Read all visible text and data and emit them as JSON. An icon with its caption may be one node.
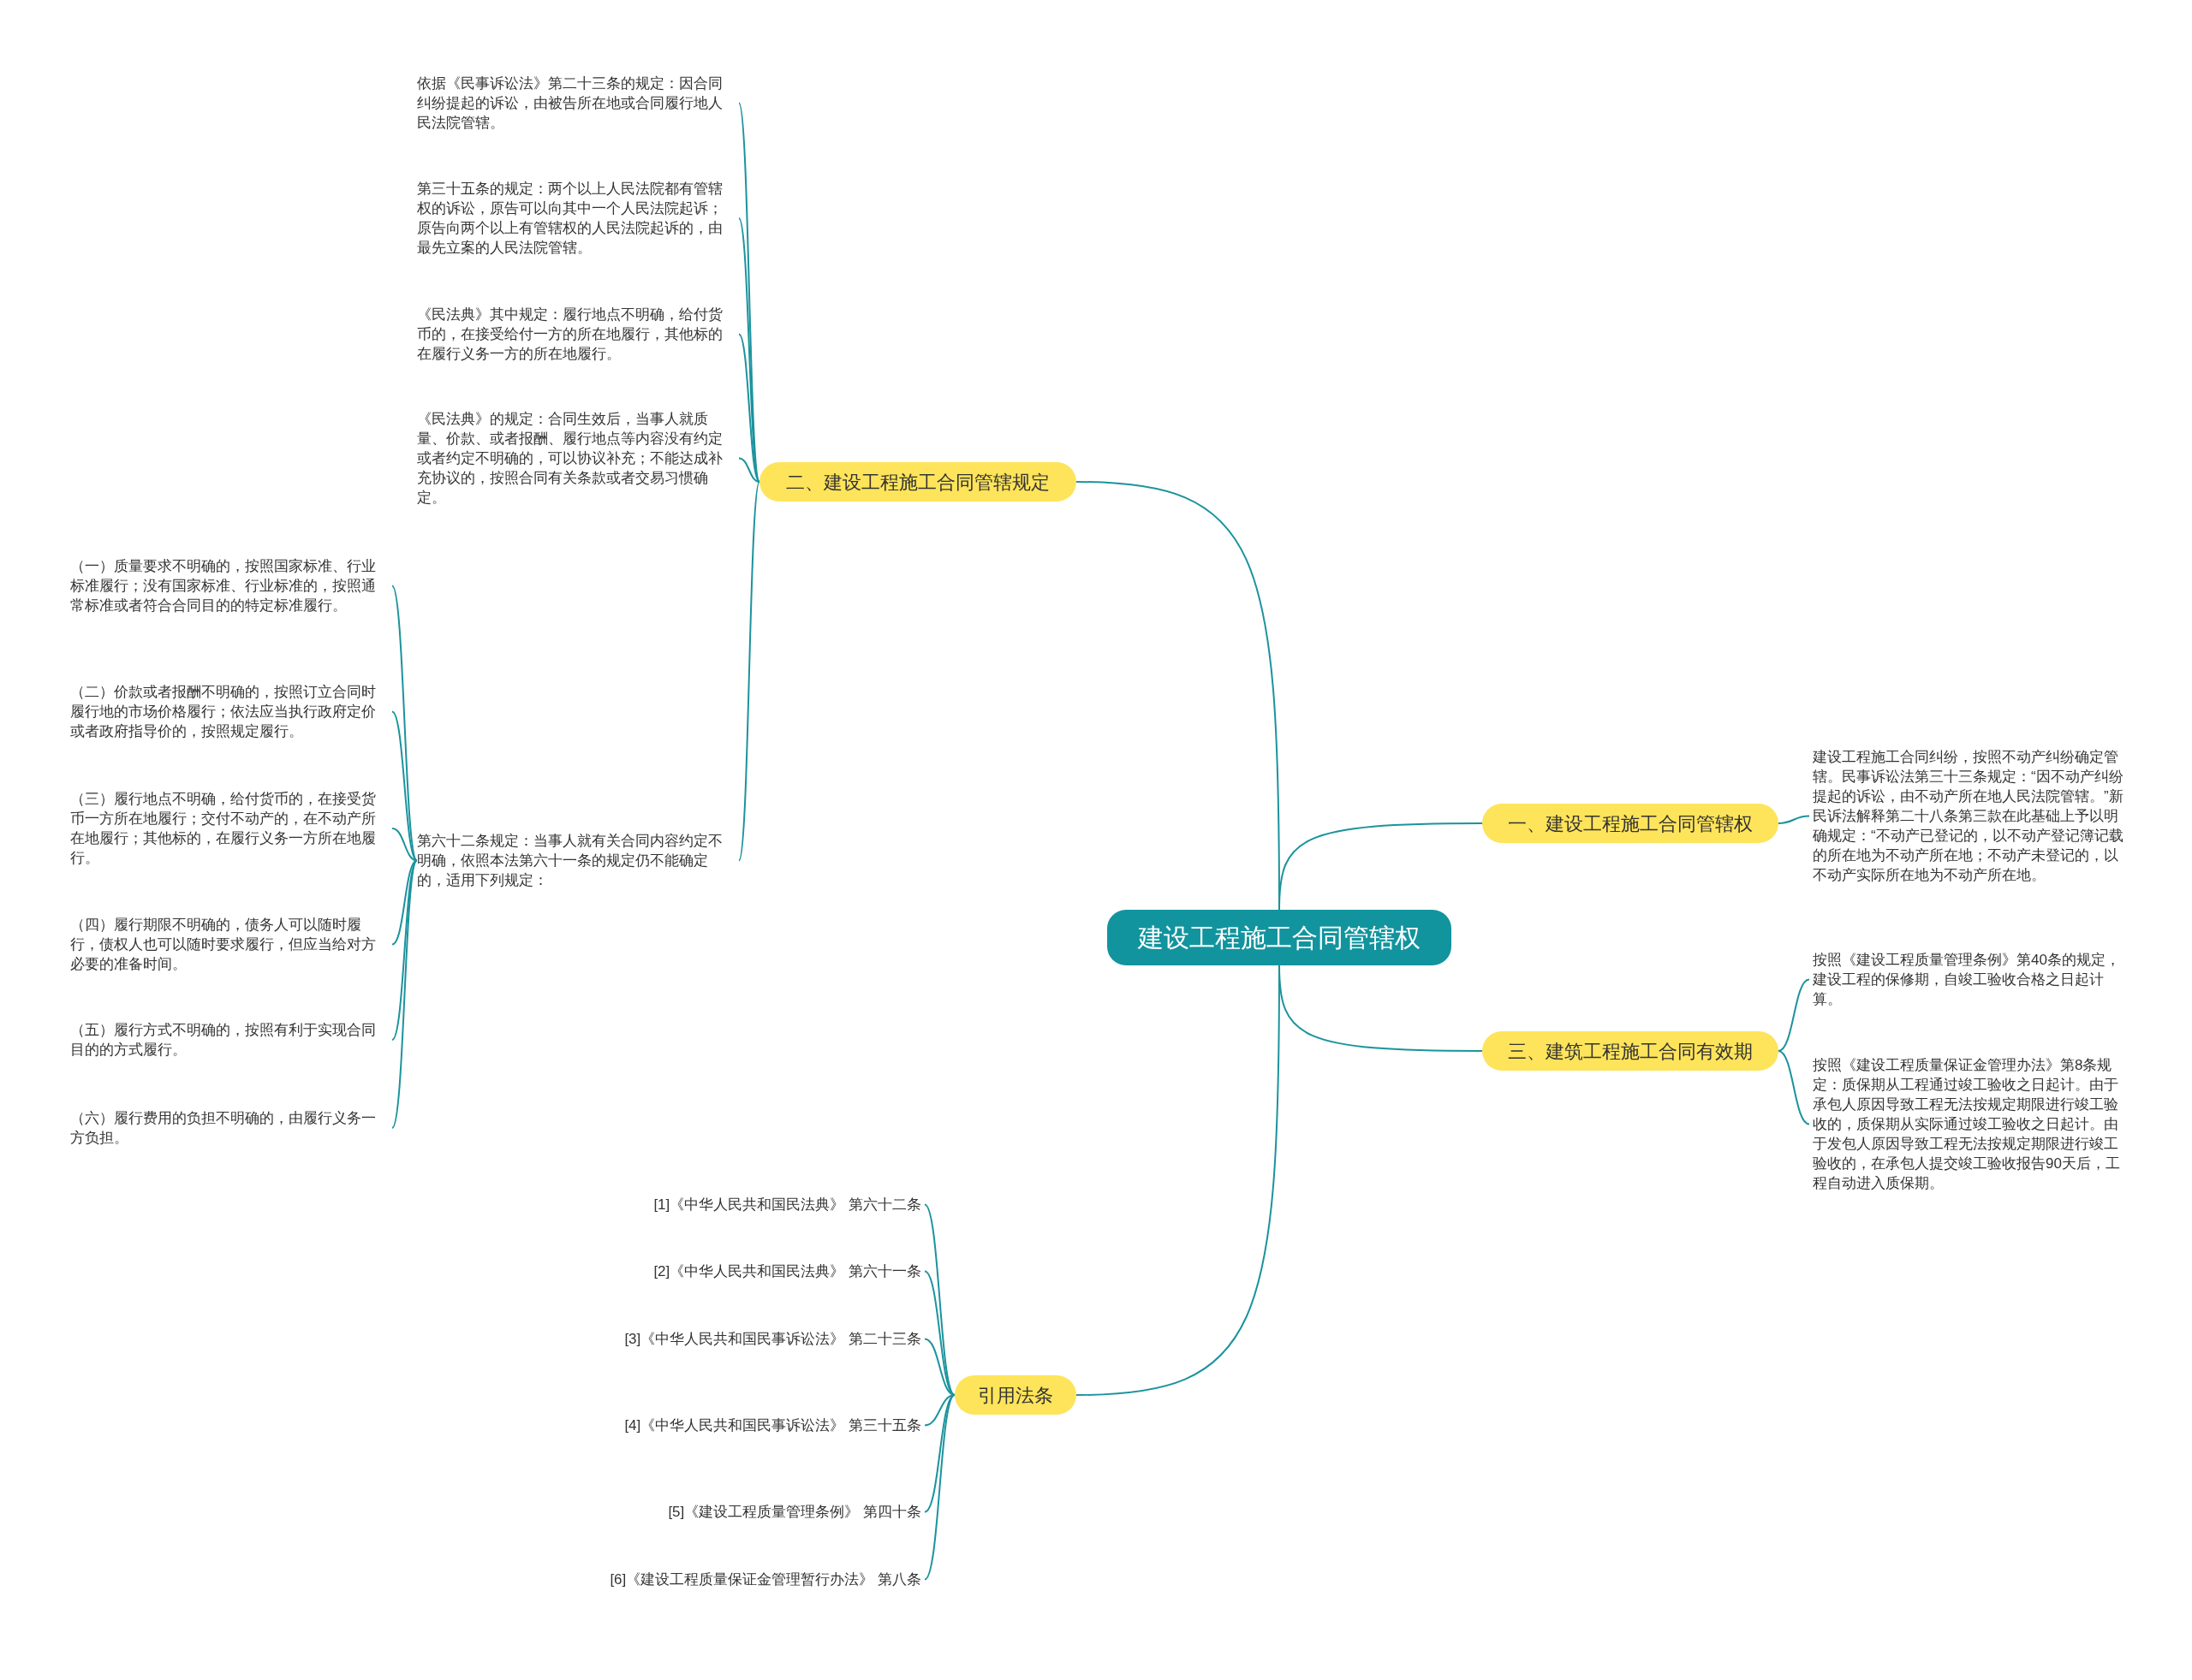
{
  "diagram": {
    "nodes": [
      {
        "text": [
          "建设工程施工合同管辖权"
        ]
      },
      {
        "text": [
          "二、建设工程施工合同管辖规定"
        ]
      },
      {
        "text": [
          "依据《民事诉讼法》第二十三条的规定：因合同纠纷提起的诉讼，由被告所在地或合同履行地人民法院管辖。"
        ]
      },
      {
        "text": [
          "第三十五条的规定：两个以上人民法院都有管辖权的诉讼，原告可以向其中一个人民法院起诉；原告向两个以上有管辖权的人民法院起诉的，由最先立案的人民法院管辖。"
        ]
      },
      {
        "text": [
          "《民法典》其中规定：履行地点不明确，给付货币的，在接受给付一方的所在地履行，其他标的在履行义务一方的所在地履行。"
        ]
      },
      {
        "text": [
          "《民法典》的规定：合同生效后，当事人就质量、价款、或者报酬、履行地点等内容没有约定或者约定不明确的，可以协议补充；不能达成补充协议的，按照合同有关条款或者交易习惯确定。"
        ]
      },
      {
        "text": [
          "第六十二条规定：当事人就有关合同内容约定不明确，依照本法第六十一条的规定仍不能确定的，适用下列规定："
        ]
      },
      {
        "text": [
          "（一）质量要求不明确的，按照国家标准、行业标准履行；没有国家标准、行业标准的，按照通常标准或者符合合同目的的特定标准履行。"
        ]
      },
      {
        "text": [
          "（二）价款或者报酬不明确的，按照订立合同时履行地的市场价格履行；依法应当执行政府定价或者政府指导价的，按照规定履行。"
        ]
      },
      {
        "text": [
          "（三）履行地点不明确，给付货币的，在接受货币一方所在地履行；交付不动产的，在不动产所在地履行；其他标的，在履行义务一方所在地履行。"
        ]
      },
      {
        "text": [
          "（四）履行期限不明确的，债务人可以随时履行，债权人也可以随时要求履行，但应当给对方必要的准备时间。"
        ]
      },
      {
        "text": [
          "（五）履行方式不明确的，按照有利于实现合同目的的方式履行。"
        ]
      },
      {
        "text": [
          "（六）履行费用的负担不明确的，由履行义务一方负担。"
        ]
      },
      {
        "text": [
          "一、建设工程施工合同管辖权"
        ]
      },
      {
        "text": [
          "建设工程施工合同纠纷，按照不动产纠纷确定管辖。民事诉讼法第三十三条规定：“因不动产纠纷提起的诉讼，由不动产所在地人民法院管辖。”新民诉法解释第二十八条第三款在此基础上予以明确规定：“不动产已登记的，以不动产登记簿记载的所在地为不动产所在地；不动产未登记的，以不动产实际所在地为不动产所在地。"
        ]
      },
      {
        "text": [
          "三、建筑工程施工合同有效期"
        ]
      },
      {
        "text": [
          "按照《建设工程质量管理条例》第40条的规定，建设工程的保修期，自竣工验收合格之日起计算。"
        ]
      },
      {
        "text": [
          "按照《建设工程质量保证金管理办法》第8条规定：质保期从工程通过竣工验收之日起计。由于承包人原因导致工程无法按规定期限进行竣工验收的，质保期从实际通过竣工验收之日起计。由于发包人原因导致工程无法按规定期限进行竣工验收的，在承包人提交竣工验收报告90天后，工程自动进入质保期。"
        ]
      },
      {
        "text": [
          "引用法条"
        ]
      },
      {
        "text": [
          "[1]《中华人民共和国民法典》 第六十二条"
        ]
      },
      {
        "text": [
          "[2]《中华人民共和国民法典》 第六十一条"
        ]
      },
      {
        "text": [
          "[3]《中华人民共和国民事诉讼法》 第二十三条"
        ]
      },
      {
        "text": [
          "[4]《中华人民共和国民事诉讼法》 第三十五条"
        ]
      },
      {
        "text": [
          "[5]《建设工程质量管理条例》 第四十条"
        ]
      },
      {
        "text": [
          "[6]《建设工程质量保证金管理暂行办法》 第八条"
        ]
      }
    ],
    "edges": [
      {
        "from": 0,
        "to": 1,
        "arrow": "none"
      },
      {
        "from": 1,
        "to": 2,
        "arrow": "none"
      },
      {
        "from": 1,
        "to": 3,
        "arrow": "none"
      },
      {
        "from": 1,
        "to": 4,
        "arrow": "none"
      },
      {
        "from": 1,
        "to": 5,
        "arrow": "none"
      },
      {
        "from": 1,
        "to": 6,
        "arrow": "none"
      },
      {
        "from": 6,
        "to": 7,
        "arrow": "none"
      },
      {
        "from": 6,
        "to": 8,
        "arrow": "none"
      },
      {
        "from": 6,
        "to": 9,
        "arrow": "none"
      },
      {
        "from": 6,
        "to": 10,
        "arrow": "none"
      },
      {
        "from": 6,
        "to": 11,
        "arrow": "none"
      },
      {
        "from": 6,
        "to": 12,
        "arrow": "none"
      },
      {
        "from": 0,
        "to": 13,
        "arrow": "none"
      },
      {
        "from": 13,
        "to": 14,
        "arrow": "none"
      },
      {
        "from": 0,
        "to": 15,
        "arrow": "none"
      },
      {
        "from": 15,
        "to": 16,
        "arrow": "none"
      },
      {
        "from": 15,
        "to": 17,
        "arrow": "none"
      },
      {
        "from": 0,
        "to": 18,
        "arrow": "none"
      },
      {
        "from": 18,
        "to": 19,
        "arrow": "none"
      },
      {
        "from": 18,
        "to": 20,
        "arrow": "none"
      },
      {
        "from": 18,
        "to": 21,
        "arrow": "none"
      },
      {
        "from": 18,
        "to": 22,
        "arrow": "none"
      },
      {
        "from": 18,
        "to": 23,
        "arrow": "none"
      },
      {
        "from": 18,
        "to": 24,
        "arrow": "none"
      }
    ]
  }
}
